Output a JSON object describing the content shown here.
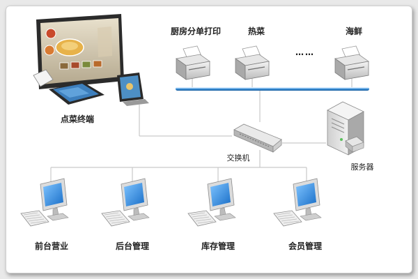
{
  "terminal": {
    "label": "点菜终端"
  },
  "printers": [
    {
      "label": "厨房分单打印"
    },
    {
      "label": "热菜"
    },
    {
      "label": "海鲜"
    }
  ],
  "ellipsis": "……",
  "switch": {
    "label": "交换机"
  },
  "server": {
    "label": "服务器"
  },
  "workstations": [
    {
      "label": "前台营业"
    },
    {
      "label": "后台管理"
    },
    {
      "label": "库存管理"
    },
    {
      "label": "会员管理"
    }
  ],
  "colors": {
    "bus": "#3a8fd8",
    "line": "#c9c9c9",
    "screen": "#2f8fe0",
    "device": "#d9d9d9"
  },
  "icons": [
    "ordering-terminal-icon",
    "tablet-icon",
    "printer-icon",
    "switch-icon",
    "server-icon",
    "computer-icon"
  ]
}
